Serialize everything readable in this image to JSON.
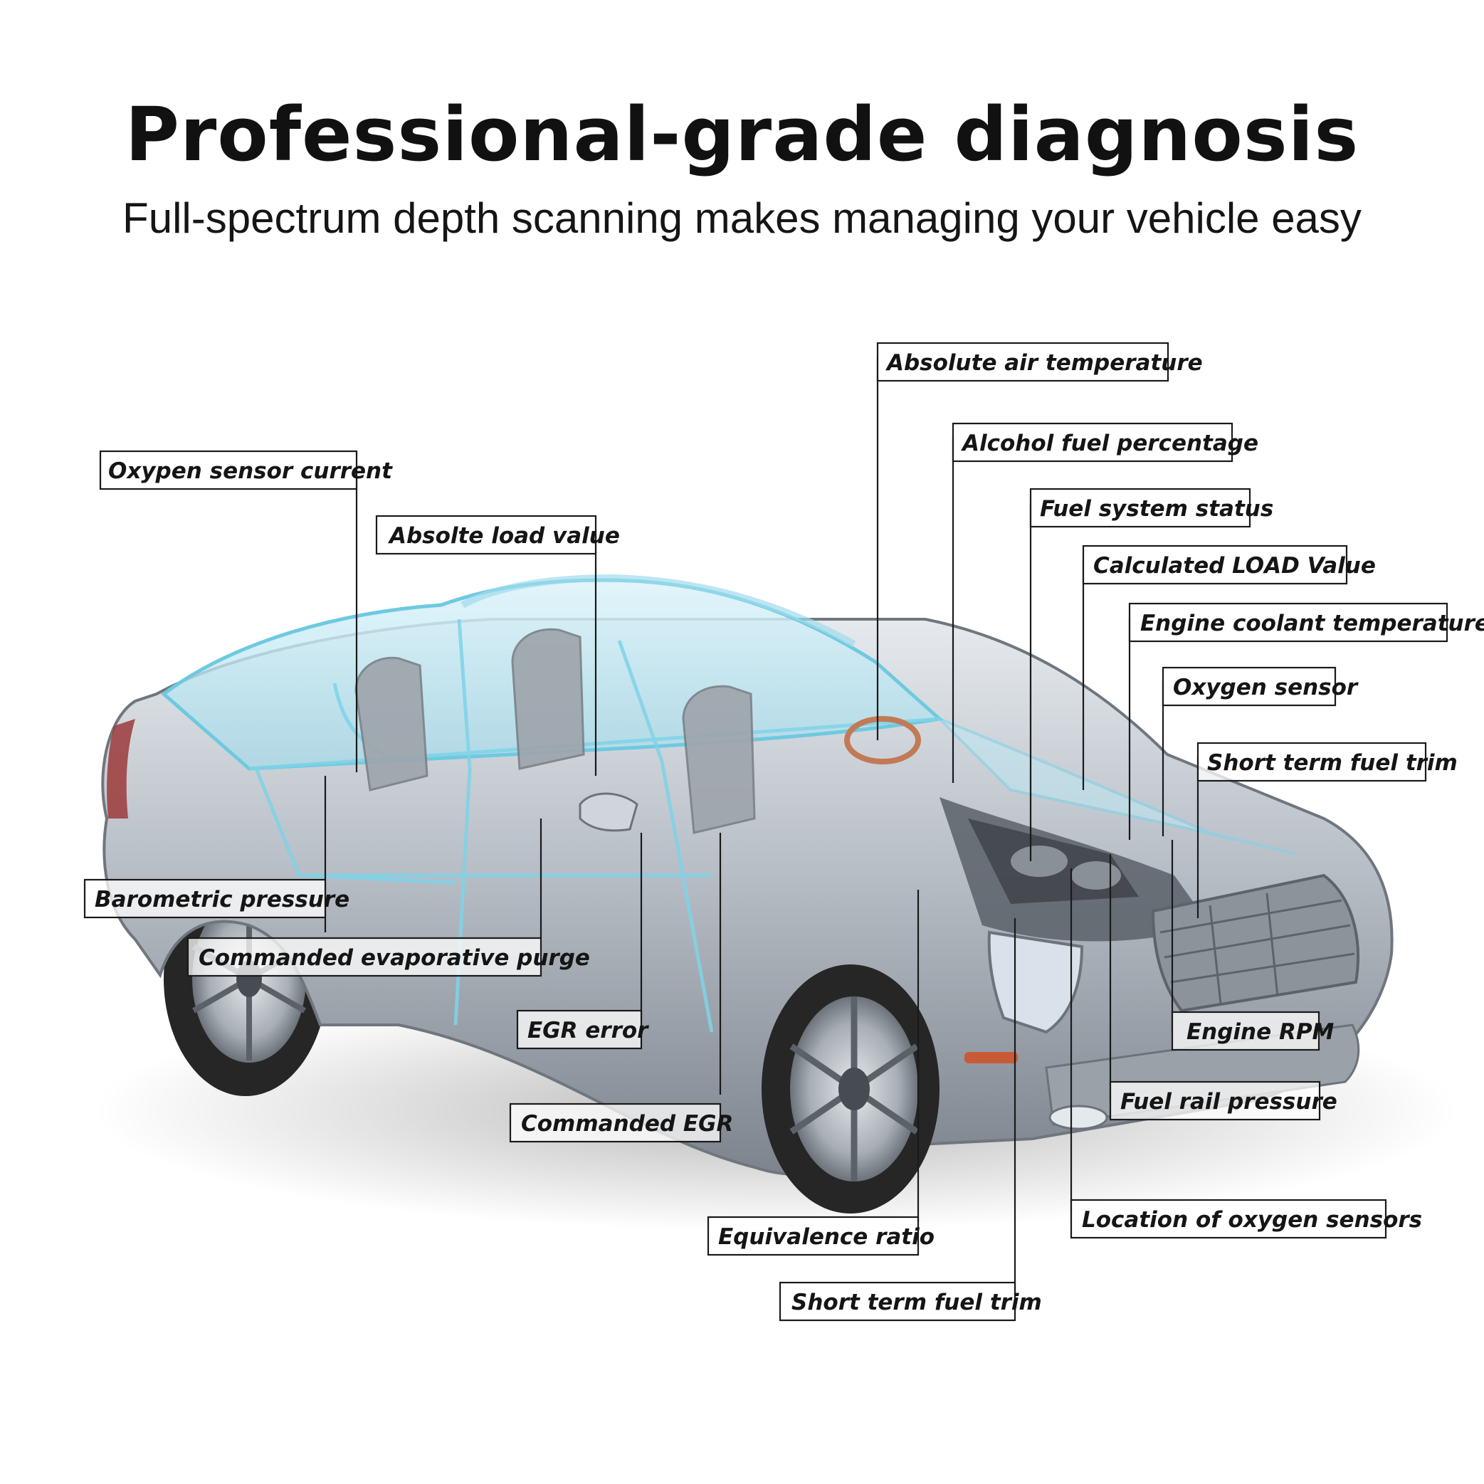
{
  "header": {
    "title": "Professional-grade diagnosis",
    "subtitle": "Full-spectrum depth scanning makes managing your vehicle easy"
  },
  "car_image": {
    "body_color": "#b8bec6",
    "glass_color": "#7fd3e8",
    "tire_color": "#2a2a2a"
  },
  "labels": [
    "Absolute air temperature",
    "Alcohol fuel percentage",
    "Oxypen sensor current",
    "Fuel system status",
    "Absolte load value",
    "Calculated LOAD Value",
    "Engine coolant temperature",
    "Oxygen sensor",
    "Short term fuel trim",
    "Barometric pressure",
    "Commanded evaporative purge",
    "EGR error",
    "Engine RPM",
    "Fuel rail pressure",
    "Commanded EGR",
    "Location of oxygen sensors",
    "Equivalence ratio",
    "Short term fuel trim"
  ]
}
